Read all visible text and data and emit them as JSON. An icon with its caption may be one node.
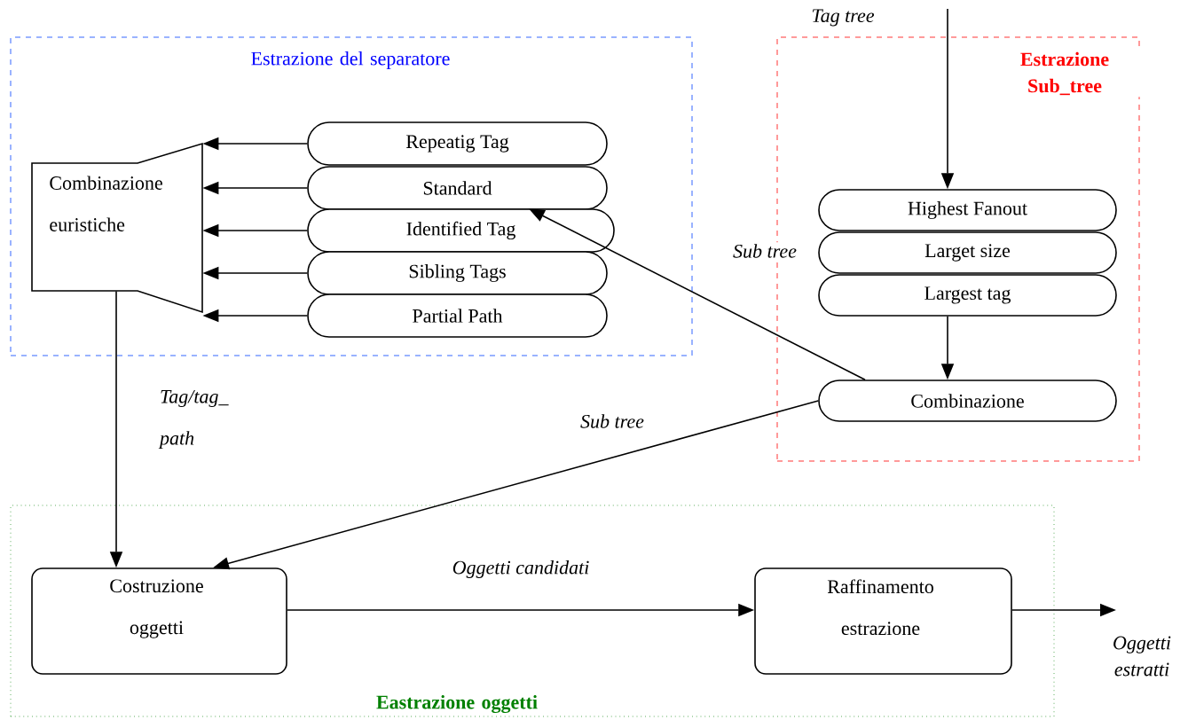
{
  "diagram": {
    "nodes": [
      {
        "text": [
          "Estrazione del separatore"
        ]
      },
      {
        "text": [
          "Combinazione euristiche"
        ],
        "in": 0
      },
      {
        "text": [
          "Repeatig Tag"
        ],
        "in": 0
      },
      {
        "text": [
          "Standard"
        ],
        "in": 0
      },
      {
        "text": [
          "Identified Tag"
        ],
        "in": 0
      },
      {
        "text": [
          "Sibling Tags"
        ],
        "in": 0
      },
      {
        "text": [
          "Partial Path"
        ],
        "in": 0
      },
      {
        "text": [
          "Estrazione Sub_tree"
        ]
      },
      {
        "text": [
          "Highest Fanout"
        ],
        "in": 7
      },
      {
        "text": [
          "Larget size"
        ],
        "in": 7
      },
      {
        "text": [
          "Largest tag"
        ],
        "in": 7
      },
      {
        "text": [
          "Combinazione"
        ],
        "in": 7
      },
      {
        "text": [
          "Eastrazione oggetti"
        ]
      },
      {
        "text": [
          "Costruzione oggetti"
        ],
        "in": 12
      },
      {
        "text": [
          "Raffinamento estrazione"
        ],
        "in": 12
      },
      {
        "text": [
          "Oggetti estratti"
        ]
      }
    ],
    "edges": [
      {
        "from": 2,
        "to": 1,
        "arrow": "to"
      },
      {
        "from": 3,
        "to": 1,
        "arrow": "to"
      },
      {
        "from": 4,
        "to": 1,
        "arrow": "to"
      },
      {
        "from": 5,
        "to": 1,
        "arrow": "to"
      },
      {
        "from": 6,
        "to": 1,
        "arrow": "to"
      },
      {
        "from": null,
        "to": 8,
        "arrow": "to",
        "label": "Tag tree"
      },
      {
        "from": 10,
        "to": 11,
        "arrow": "to"
      },
      {
        "from": 11,
        "to": 4,
        "arrow": "to",
        "label": "Sub tree"
      },
      {
        "from": 11,
        "to": 13,
        "arrow": "to",
        "label": "Sub tree"
      },
      {
        "from": 1,
        "to": 13,
        "arrow": "to",
        "label": "Tag/tag_ path"
      },
      {
        "from": 13,
        "to": 14,
        "arrow": "to",
        "label": "Oggetti candidati"
      },
      {
        "from": 14,
        "to": 15,
        "arrow": "to"
      }
    ]
  }
}
